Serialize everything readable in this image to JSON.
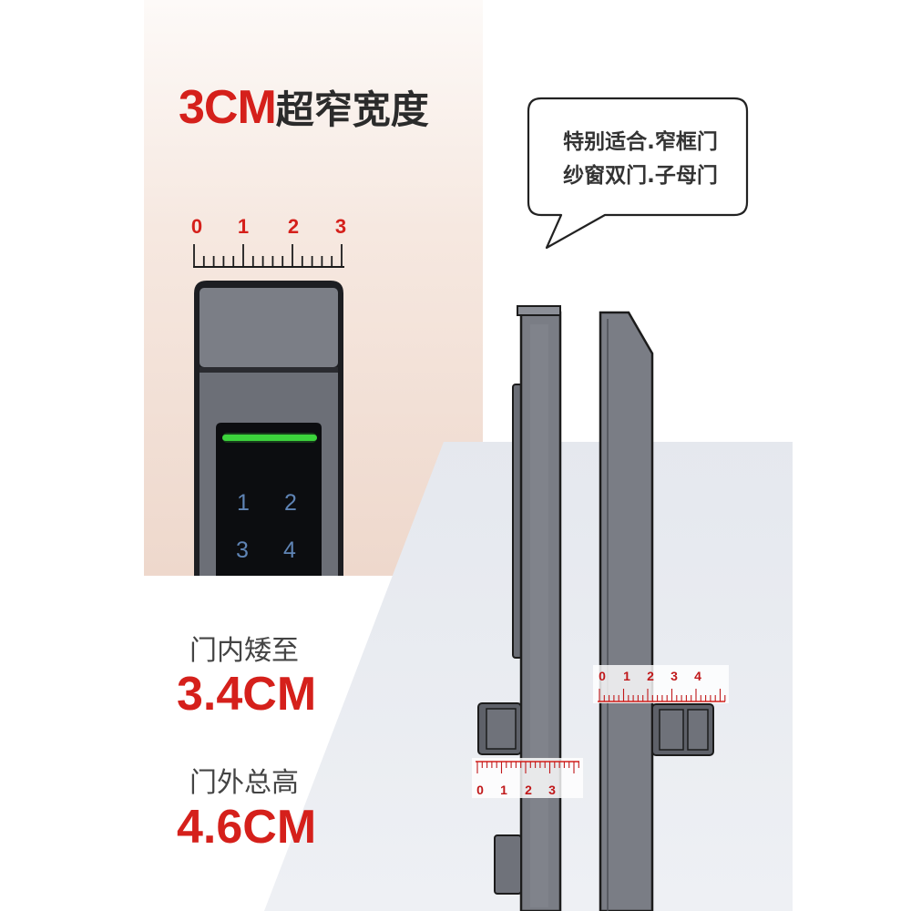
{
  "headline": {
    "number": "3CM",
    "text": "超窄宽度"
  },
  "bubble": {
    "line1": "特别适合.窄框门",
    "line2": "纱窗双门.子母门"
  },
  "specs": [
    {
      "label": "门内矮至",
      "value": "3.4CM"
    },
    {
      "label": "门外总高",
      "value": "4.6CM"
    }
  ],
  "keypad": {
    "keys": [
      "1",
      "2",
      "3",
      "4"
    ],
    "indicator_color": "#3cd43c"
  },
  "rulers": {
    "top": {
      "labels": [
        "0",
        "1",
        "2",
        "3"
      ]
    },
    "right_upper": {
      "labels": [
        "0",
        "1",
        "2",
        "3",
        "4"
      ]
    },
    "right_lower": {
      "labels": [
        "0",
        "1",
        "2",
        "3"
      ]
    }
  },
  "colors": {
    "accent": "#d5201b",
    "lock_body": "#7a7d85",
    "outline": "#1c1c1c"
  }
}
